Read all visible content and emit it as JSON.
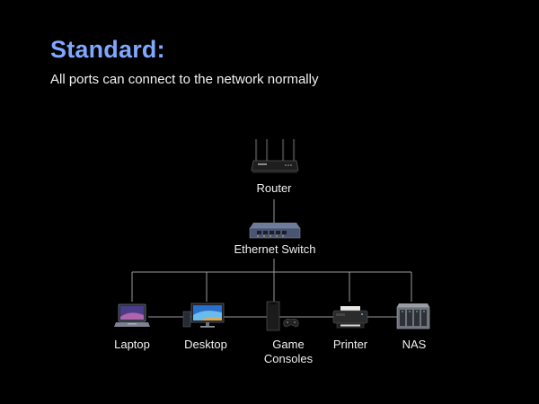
{
  "header": {
    "title": "Standard:",
    "subtitle": "All ports can connect to the network normally"
  },
  "nodes": {
    "router": {
      "label": "Router",
      "icon": "router-icon"
    },
    "switch": {
      "label": "Ethernet Switch",
      "icon": "switch-icon"
    }
  },
  "devices": [
    {
      "label": "Laptop",
      "icon": "laptop-icon"
    },
    {
      "label": "Desktop",
      "icon": "desktop-icon"
    },
    {
      "label": "Game\nConsoles",
      "icon": "game-console-icon"
    },
    {
      "label": "Printer",
      "icon": "printer-icon"
    },
    {
      "label": "NAS",
      "icon": "nas-icon"
    }
  ],
  "colors": {
    "title": "#7fa8ff",
    "text": "#ffffff",
    "line": "#9a9a9a",
    "background": "#000000"
  }
}
